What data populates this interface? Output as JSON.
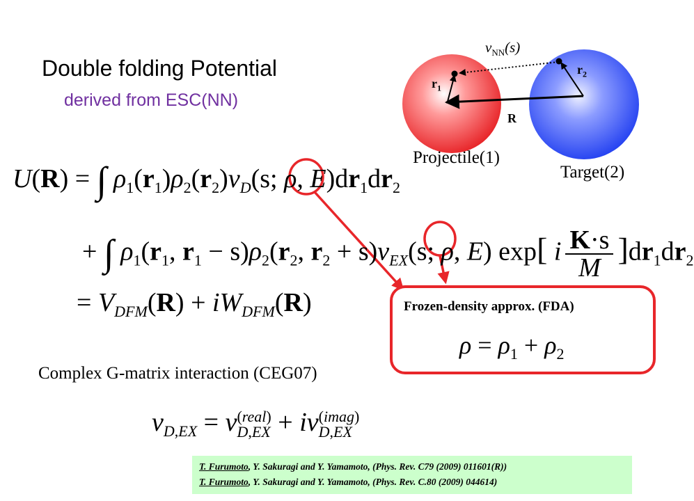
{
  "title": "Double folding Potential",
  "subtitle": "derived from ESC(NN)",
  "diagram": {
    "projectile_label": "Projectile(1)",
    "target_label": "Target(2)",
    "r1_label": "r",
    "r1_sub": "1",
    "r2_label": "r",
    "r2_sub": "2",
    "R_label": "R",
    "vnn_v": "v",
    "vnn_sub": "NN",
    "vnn_arg": "(s)"
  },
  "equations": {
    "eq1": "U(R) = ∫ ρ1(r1) ρ2(r2) vD(s; ρ, E) dr1 dr2",
    "eq2": "+ ∫ ρ1(r1, r1 − s) ρ2(r2, r2 + s) vEX(s; ρ, E) exp[ i K·s / M ] dr1 dr2",
    "eq3": "= VDFM(R) + iWDFM(R)",
    "eq4": "vD,EX = v(real)D,EX + iv(imag)D,EX",
    "fda_eq": "ρ = ρ1 + ρ2"
  },
  "fda": {
    "title": "Frozen-density approx. (FDA)"
  },
  "interaction_label": "Complex G-matrix interaction (CEG07)",
  "references": [
    {
      "author": "T. Furumoto",
      "rest": ", Y. Sakuragi and Y. Yamamoto, (Phys. Rev. C79 (2009) 011601(R))"
    },
    {
      "author": "T. Furumoto",
      "rest": ", Y. Sakuragi and Y. Yamamoto, (Phys. Rev. C.80 (2009) 044614)"
    }
  ],
  "colors": {
    "projectile": "#e8262a",
    "target": "#1f3df0",
    "subtitle": "#7030a0",
    "highlight": "#e8262a",
    "refs_bg": "#ccffcc"
  }
}
